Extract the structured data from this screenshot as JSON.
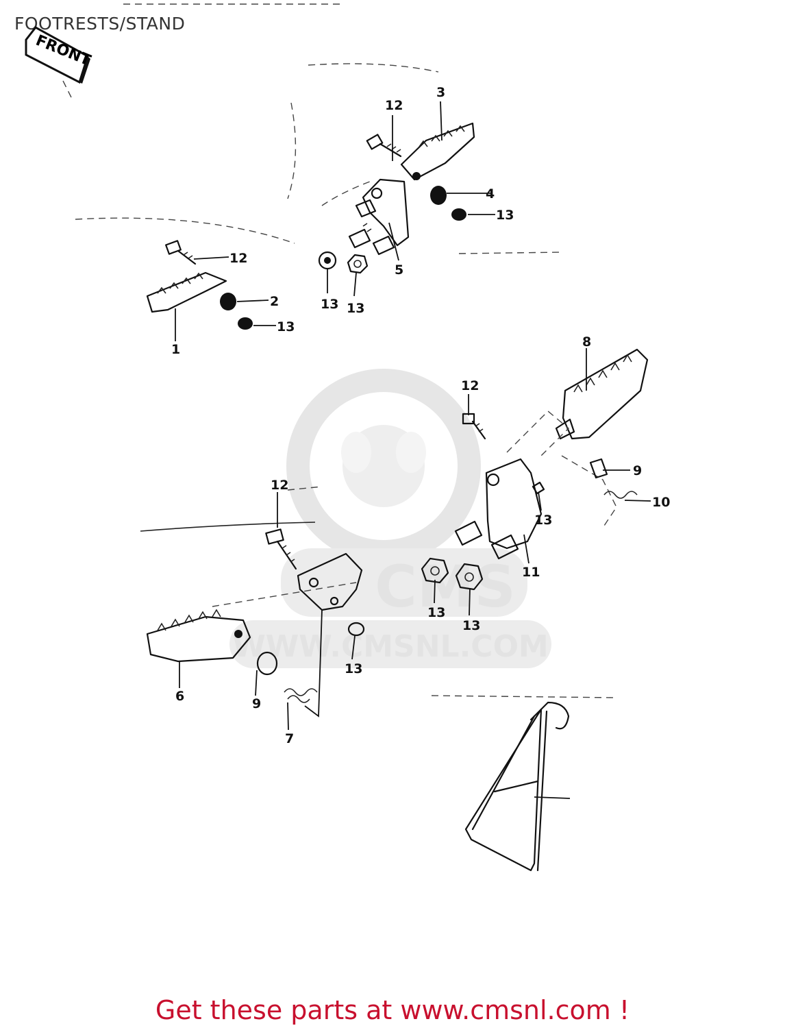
{
  "page": {
    "title": "FOOTRESTS/STAND",
    "footer_link": "Get these parts at www.cmsnl.com !",
    "accent_color": "#c8102e"
  },
  "direction_marker": {
    "label": "FRONT",
    "icon": "front-arrow-icon"
  },
  "watermark": {
    "brand": "CMS",
    "url": "WWW.CMSNL.COM",
    "color": "#e3e3e3"
  },
  "callouts": {
    "c1": "1",
    "c2": "2",
    "c3": "3",
    "c4": "4",
    "c5": "5",
    "c6": "6",
    "c7": "7",
    "c8": "8",
    "c9a": "9",
    "c9b": "9",
    "c10": "10",
    "c11": "11",
    "c12a": "12",
    "c12b": "12",
    "c12c": "12",
    "c12d": "12",
    "c13a": "13",
    "c13b": "13",
    "c13c": "13",
    "c13d": "13",
    "c13e": "13",
    "c13f": "13",
    "c13g": "13",
    "c13h": "13"
  }
}
